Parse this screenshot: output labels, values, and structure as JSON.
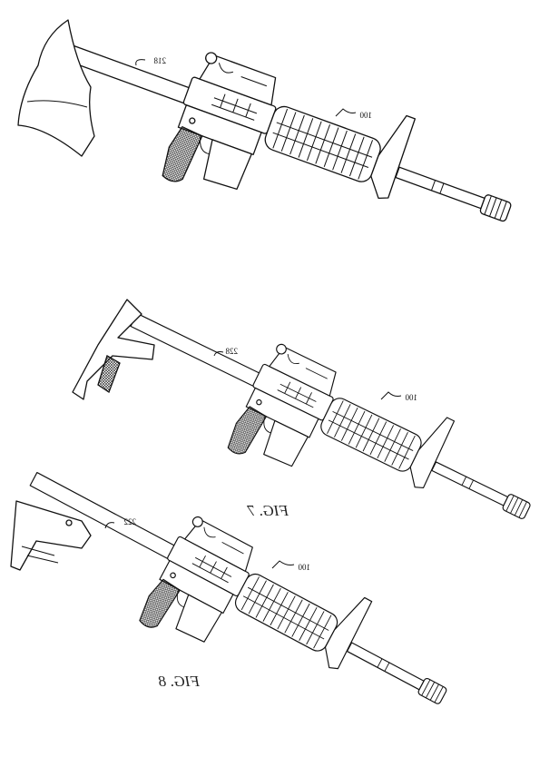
{
  "figures": [
    {
      "stock_ref": "218",
      "rifle_ref": "100",
      "caption": ""
    },
    {
      "stock_ref": "228",
      "rifle_ref": "100",
      "caption": "FIG. 7"
    },
    {
      "stock_ref": "222",
      "rifle_ref": "100",
      "caption": "FIG. 8"
    }
  ],
  "rendering": {
    "mirrored_text": true,
    "line_color": "#111111",
    "background": "#ffffff"
  }
}
